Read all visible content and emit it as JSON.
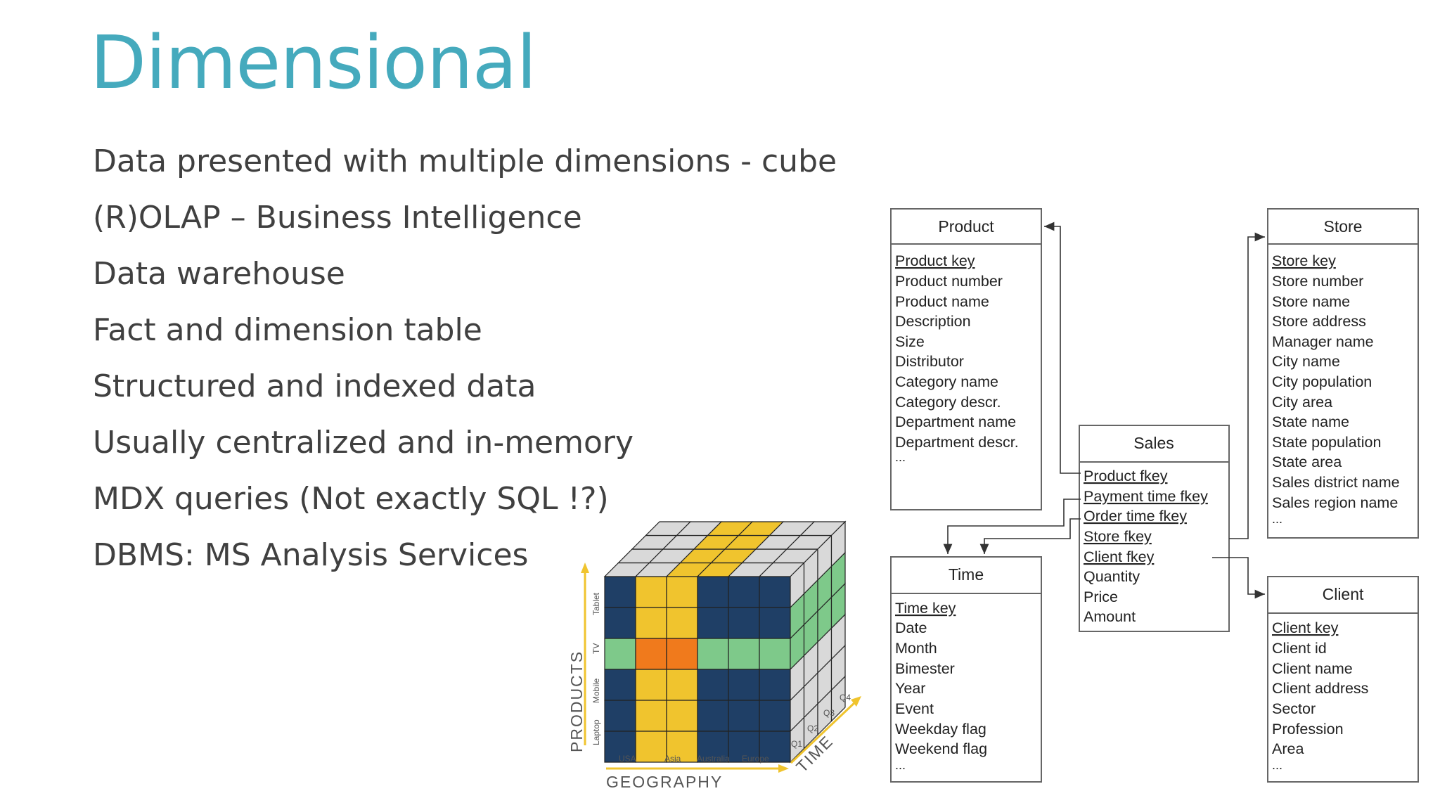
{
  "slide": {
    "title": "Dimensional",
    "bullets": [
      "Data presented with multiple dimensions - cube",
      "(R)OLAP – Business Intelligence",
      "Data warehouse",
      "Fact and dimension table",
      "Structured and indexed data",
      "Usually centralized and in-memory",
      "MDX queries (Not exactly SQL !?)",
      "DBMS: MS Analysis Services"
    ]
  },
  "cube": {
    "products_label": "PRODUCTS",
    "geography_label": "GEOGRAPHY",
    "time_label": "TIME",
    "product_ticks": [
      "Tablet",
      "TV",
      "Mobile",
      "Laptop"
    ],
    "geography_ticks": [
      "USA",
      "Asia",
      "Australia",
      "Europe"
    ],
    "time_ticks": [
      "Q1",
      "Q2",
      "Q3",
      "Q4"
    ],
    "colors": {
      "navy": "#1f3f66",
      "yellow": "#f0c42e",
      "green": "#7ec98a",
      "orange": "#f07a1c",
      "gray": "#d9d9d9"
    }
  },
  "schema": {
    "product": {
      "title": "Product",
      "attributes": [
        "Product key",
        "Product number",
        "Product name",
        "Description",
        "Size",
        "Distributor",
        "Category name",
        "Category descr.",
        "Department name",
        "Department descr.",
        "..."
      ]
    },
    "store": {
      "title": "Store",
      "attributes": [
        "Store key",
        "Store number",
        "Store name",
        "Store address",
        "Manager name",
        "City name",
        "City population",
        "City area",
        "State name",
        "State population",
        "State area",
        "Sales district name",
        "Sales region name",
        "..."
      ]
    },
    "sales": {
      "title": "Sales",
      "attributes": [
        "Product fkey",
        "Payment time fkey",
        "Order time fkey",
        "Store fkey",
        "Client fkey",
        "Quantity",
        "Price",
        "Amount"
      ]
    },
    "time": {
      "title": "Time",
      "attributes": [
        "Time key",
        "Date",
        "Month",
        "Bimester",
        "Year",
        "Event",
        "Weekday  flag",
        "Weekend  flag",
        "..."
      ]
    },
    "client": {
      "title": "Client",
      "attributes": [
        "Client key",
        "Client id",
        "Client name",
        "Client address",
        "Sector",
        "Profession",
        "Area",
        "..."
      ]
    }
  }
}
